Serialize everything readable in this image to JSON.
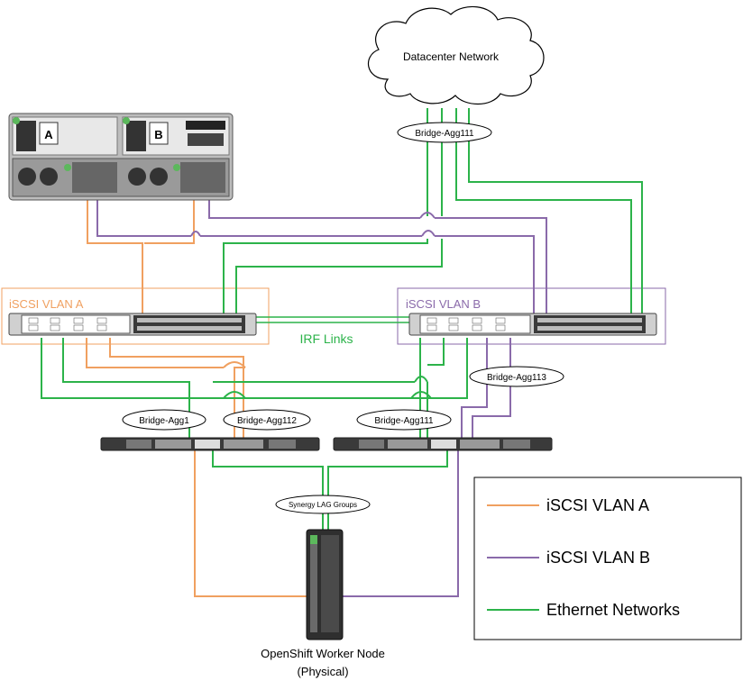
{
  "colors": {
    "vlan_a": "#f0a060",
    "vlan_b": "#8a6aaa",
    "ethernet": "#2cb34a",
    "device_dark": "#3a3a3a",
    "device_light": "#d8d8d8"
  },
  "cloud": {
    "label": "Datacenter Network"
  },
  "labels": {
    "bridge_agg111_top": "Bridge-Agg111",
    "bridge_agg1": "Bridge-Agg1",
    "bridge_agg112": "Bridge-Agg112",
    "bridge_agg111_mid": "Bridge-Agg111",
    "bridge_agg113": "Bridge-Agg113",
    "synergy_lag": "Synergy LAG Groups",
    "irf_links": "IRF Links"
  },
  "switches": {
    "left": {
      "label": "iSCSI VLAN A"
    },
    "right": {
      "label": "iSCSI VLAN B"
    }
  },
  "storage": {
    "controller_a": "A",
    "controller_b": "B"
  },
  "worker_node": {
    "line1": "OpenShift Worker Node",
    "line2": "(Physical)"
  },
  "legend": {
    "items": [
      {
        "label": "iSCSI VLAN A",
        "color": "#f0a060"
      },
      {
        "label": "iSCSI VLAN B",
        "color": "#8a6aaa"
      },
      {
        "label": "Ethernet Networks",
        "color": "#2cb34a"
      }
    ]
  }
}
